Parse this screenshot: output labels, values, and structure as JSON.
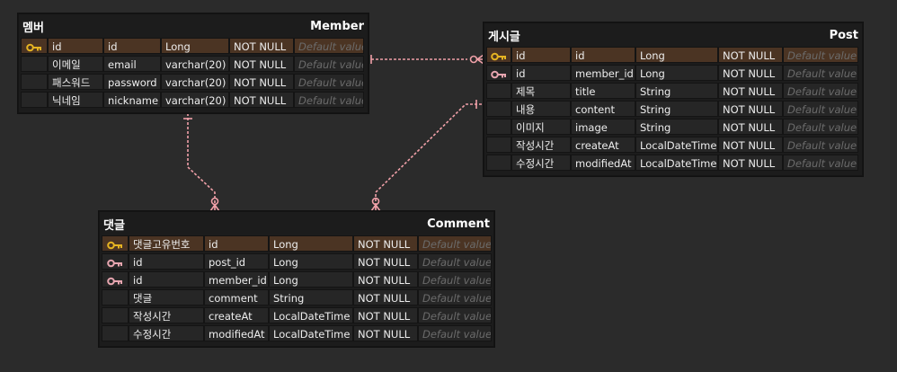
{
  "colors": {
    "background": "#2b2b2b",
    "table_bg": "#1c1c1c",
    "pk_row": "#4b3423",
    "row_bg": "#262626",
    "pk_icon": "#e6b422",
    "fk_icon": "#e8a6b0",
    "relation_line": "#f0a0a8"
  },
  "entities": {
    "member": {
      "title": "멤버",
      "name": "Member",
      "rows": [
        {
          "key": "pk",
          "logical": "id",
          "physical": "id",
          "type": "Long",
          "nullable": "NOT NULL",
          "default": "Default value"
        },
        {
          "key": "",
          "logical": "이메일",
          "physical": "email",
          "type": "varchar(20)",
          "nullable": "NOT NULL",
          "default": "Default value"
        },
        {
          "key": "",
          "logical": "패스워드",
          "physical": "password",
          "type": "varchar(20)",
          "nullable": "NOT NULL",
          "default": "Default value"
        },
        {
          "key": "",
          "logical": "닉네임",
          "physical": "nickname",
          "type": "varchar(20)",
          "nullable": "NOT NULL",
          "default": "Default value"
        }
      ]
    },
    "post": {
      "title": "게시글",
      "name": "Post",
      "rows": [
        {
          "key": "pk",
          "logical": "id",
          "physical": "id",
          "type": "Long",
          "nullable": "NOT NULL",
          "default": "Default value"
        },
        {
          "key": "fk",
          "logical": "id",
          "physical": "member_id",
          "type": "Long",
          "nullable": "NOT NULL",
          "default": "Default value"
        },
        {
          "key": "",
          "logical": "제목",
          "physical": "title",
          "type": "String",
          "nullable": "NOT NULL",
          "default": "Default value"
        },
        {
          "key": "",
          "logical": "내용",
          "physical": "content",
          "type": "String",
          "nullable": "NOT NULL",
          "default": "Default value"
        },
        {
          "key": "",
          "logical": "이미지",
          "physical": "image",
          "type": "String",
          "nullable": "NOT NULL",
          "default": "Default value"
        },
        {
          "key": "",
          "logical": "작성시간",
          "physical": "createAt",
          "type": "LocalDateTime",
          "nullable": "NOT NULL",
          "default": "Default value"
        },
        {
          "key": "",
          "logical": "수정시간",
          "physical": "modifiedAt",
          "type": "LocalDateTime",
          "nullable": "NOT NULL",
          "default": "Default value"
        }
      ]
    },
    "comment": {
      "title": "댓글",
      "name": "Comment",
      "rows": [
        {
          "key": "pk",
          "logical": "댓글고유번호",
          "physical": "id",
          "type": "Long",
          "nullable": "NOT NULL",
          "default": "Default value"
        },
        {
          "key": "fk",
          "logical": "id",
          "physical": "post_id",
          "type": "Long",
          "nullable": "NOT NULL",
          "default": "Default value"
        },
        {
          "key": "fk",
          "logical": "id",
          "physical": "member_id",
          "type": "Long",
          "nullable": "NOT NULL",
          "default": "Default value"
        },
        {
          "key": "",
          "logical": "댓글",
          "physical": "comment",
          "type": "String",
          "nullable": "NOT NULL",
          "default": "Default value"
        },
        {
          "key": "",
          "logical": "작성시간",
          "physical": "createAt",
          "type": "LocalDateTime",
          "nullable": "NOT NULL",
          "default": "Default value"
        },
        {
          "key": "",
          "logical": "수정시간",
          "physical": "modifiedAt",
          "type": "LocalDateTime",
          "nullable": "NOT NULL",
          "default": "Default value"
        }
      ]
    }
  }
}
